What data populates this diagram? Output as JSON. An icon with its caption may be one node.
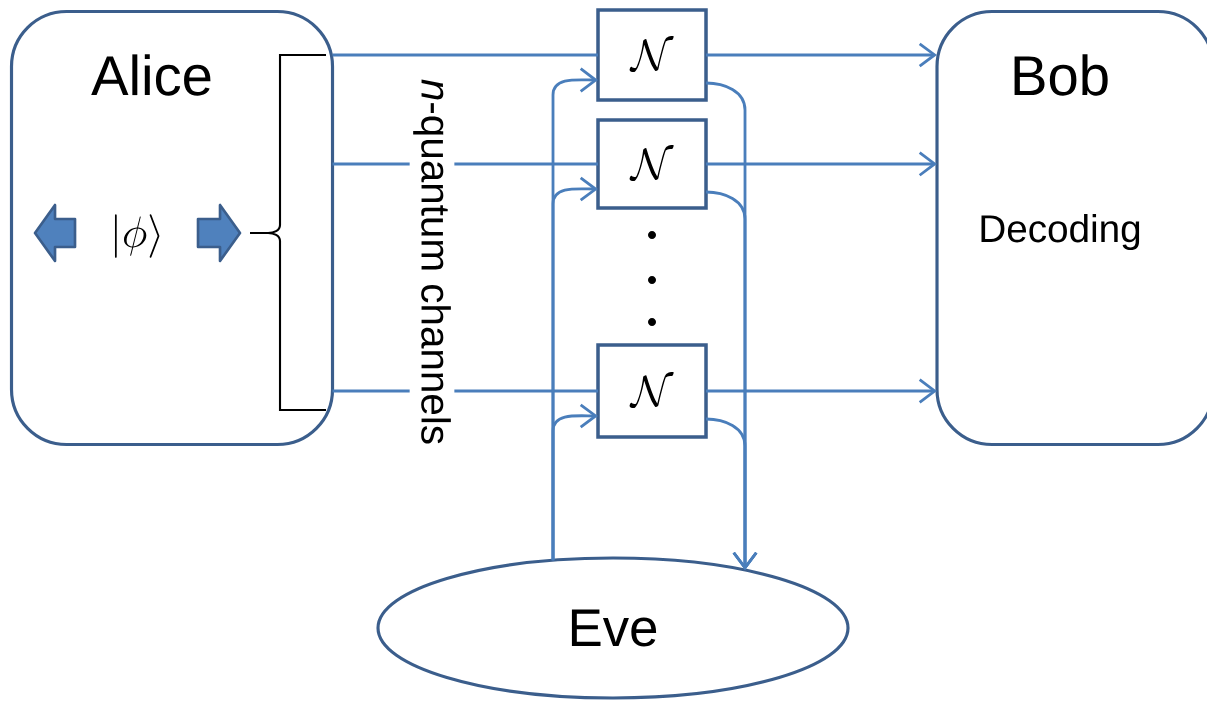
{
  "diagram": {
    "nodes": [
      {
        "text": [
          "Alice",
          "\\left|\\phi\\right\\rangle"
        ]
      },
      {
        "text": [
          "Bob",
          "Decoding"
        ]
      },
      {
        "text": [
          "\\mathcal{N}"
        ]
      },
      {
        "text": [
          "\\mathcal{N}"
        ]
      },
      {
        "text": [
          "\\mathcal{N}"
        ]
      },
      {
        "text": [
          "Eve"
        ]
      }
    ],
    "edges": [
      {
        "from": 0,
        "to": 2,
        "arrow": "none"
      },
      {
        "from": 0,
        "to": 3,
        "arrow": "none"
      },
      {
        "from": 0,
        "to": 4,
        "arrow": "none"
      },
      {
        "from": 2,
        "to": 1,
        "arrow": "to"
      },
      {
        "from": 3,
        "to": 1,
        "arrow": "to"
      },
      {
        "from": 4,
        "to": 1,
        "arrow": "to"
      },
      {
        "from": 5,
        "to": 2,
        "arrow": "to"
      },
      {
        "from": 5,
        "to": 3,
        "arrow": "to"
      },
      {
        "from": 5,
        "to": 4,
        "arrow": "to"
      },
      {
        "from": 2,
        "to": 5,
        "arrow": "to"
      },
      {
        "from": 3,
        "to": 5,
        "arrow": "to"
      },
      {
        "from": 4,
        "to": 5,
        "arrow": "to"
      }
    ],
    "labels": [
      "*n*-quantum channels"
    ]
  }
}
